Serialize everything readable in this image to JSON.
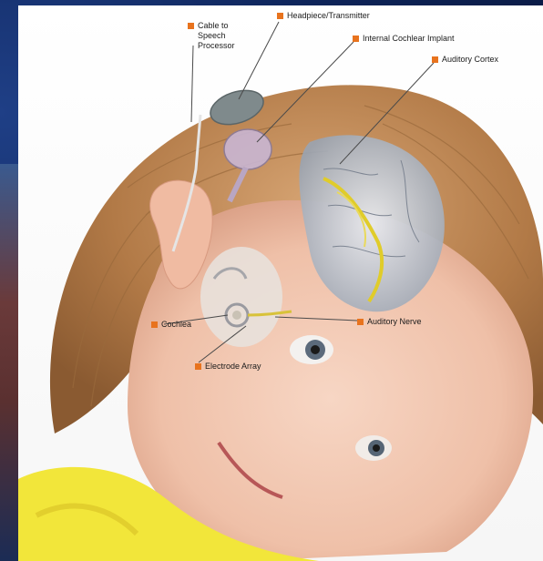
{
  "labels": {
    "cable": "Cable to\nSpeech\nProcessor",
    "headpiece": "Headpiece/Transmitter",
    "implant": "Internal Cochlear Implant",
    "cortex": "Auditory Cortex",
    "cochlea": "Cochlea",
    "nerve": "Auditory Nerve",
    "electrode": "Electrode Array"
  },
  "colors": {
    "marker": "#e8731e",
    "background": "#0b1c48"
  }
}
